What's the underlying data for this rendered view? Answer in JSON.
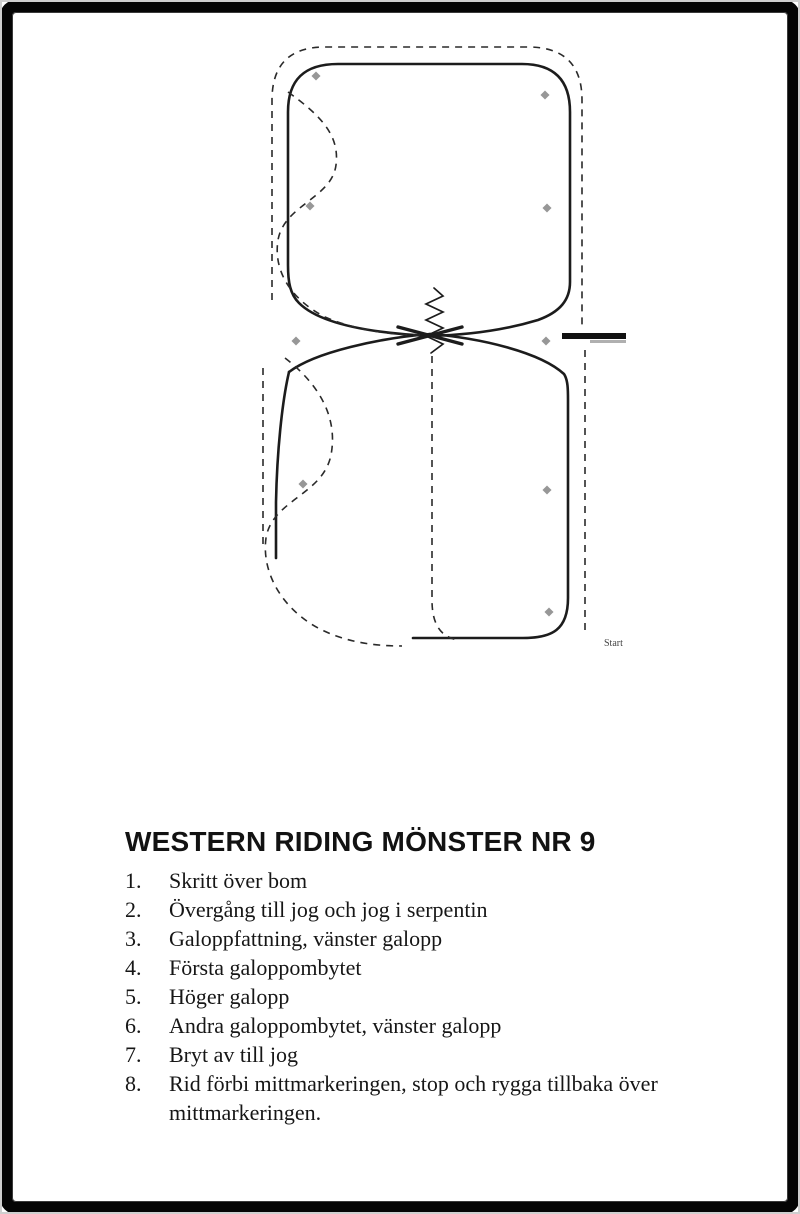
{
  "doc": {
    "title": "WESTERN RIDING MÖNSTER NR 9",
    "steps": [
      {
        "num": "1.",
        "text": "Skritt över bom"
      },
      {
        "num": "2.",
        "text": "Övergång till jog och jog i serpentin"
      },
      {
        "num": "3.",
        "text": "Galoppfattning, vänster galopp"
      },
      {
        "num": "4.",
        "text": "Första galoppombytet"
      },
      {
        "num": "5.",
        "text": "Höger galopp"
      },
      {
        "num": "6.",
        "text": "Andra galoppombytet, vänster galopp"
      },
      {
        "num": "7.",
        "text": "Bryt av till jog"
      },
      {
        "num": "8.",
        "text": "Rid förbi mittmarkeringen, stop och rygga tillbaka över mittmarkeringen."
      }
    ],
    "diagram": {
      "start_label": "Start",
      "line_color": "#1c1c1c",
      "dashed_color": "#2a2a2a",
      "marker_color": "#979797",
      "log_color": "#111111"
    }
  }
}
